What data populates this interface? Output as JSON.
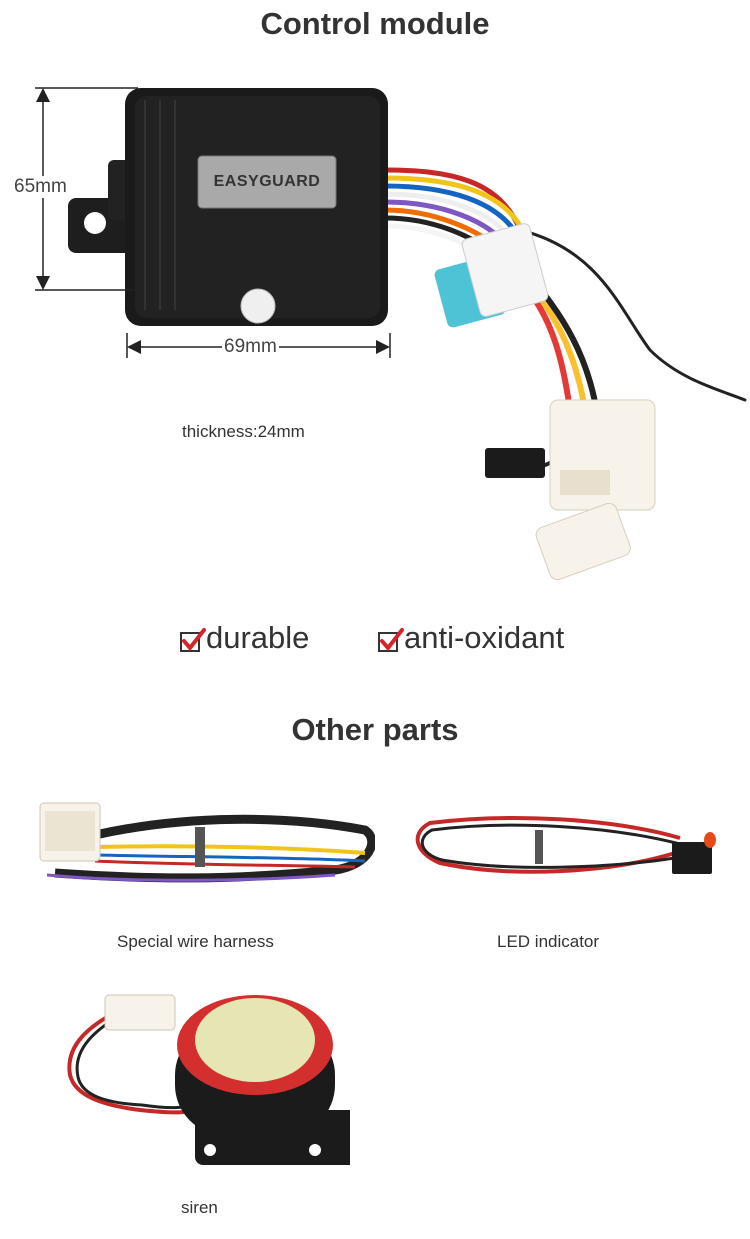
{
  "control_module": {
    "title": "Control module",
    "brand_label": "EASYGUARD",
    "height_label": "65mm",
    "width_label": "69mm",
    "thickness": "thickness:24mm"
  },
  "features": [
    {
      "label": "durable"
    },
    {
      "label": "anti-oxidant"
    }
  ],
  "other_parts": {
    "title": "Other parts",
    "items": [
      {
        "label": "Special wire harness"
      },
      {
        "label": "LED indicator"
      },
      {
        "label": "siren"
      }
    ]
  },
  "colors": {
    "check_red": "#d8232a",
    "module_black": "#1a1a1a",
    "fuse_cyan": "#4fc3d6",
    "wire_red": "#c62828",
    "siren_red": "#d32f2f"
  },
  "icons": [
    "checkbox-checked-icon",
    "dimension-arrow-icon"
  ]
}
